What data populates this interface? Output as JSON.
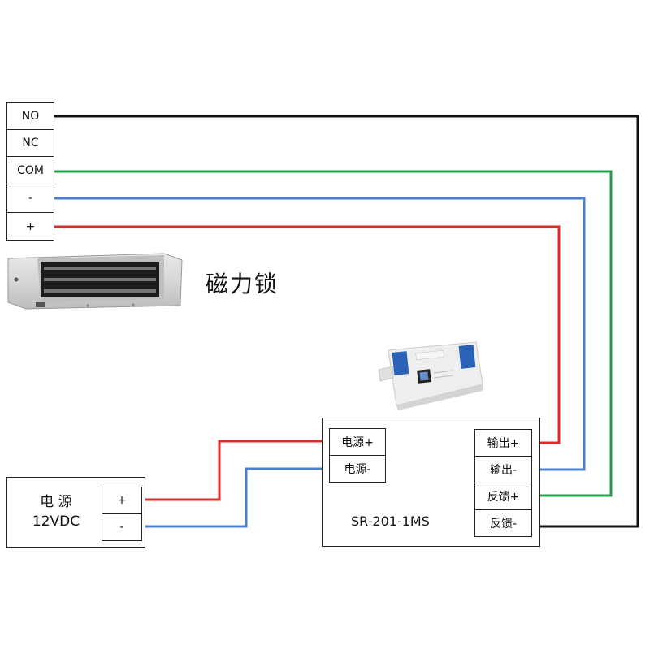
{
  "lock_terminals": {
    "items": [
      {
        "label": "NO"
      },
      {
        "label": "NC"
      },
      {
        "label": "COM"
      },
      {
        "label": "-"
      },
      {
        "label": "+"
      }
    ]
  },
  "lock": {
    "caption": "磁力锁"
  },
  "psu": {
    "title": "电 源",
    "voltage": "12VDC",
    "plus": "+",
    "minus": "-"
  },
  "controller": {
    "model": "SR-201-1MS",
    "power_plus": "电源+",
    "power_minus": "电源-",
    "out_plus": "输出+",
    "out_minus": "输出-",
    "fb_plus": "反馈+",
    "fb_minus": "反馈-"
  },
  "colors": {
    "black_wire": "#111111",
    "green_wire": "#1aa34a",
    "blue_wire": "#4a7fc8",
    "red_wire": "#e0282b"
  }
}
